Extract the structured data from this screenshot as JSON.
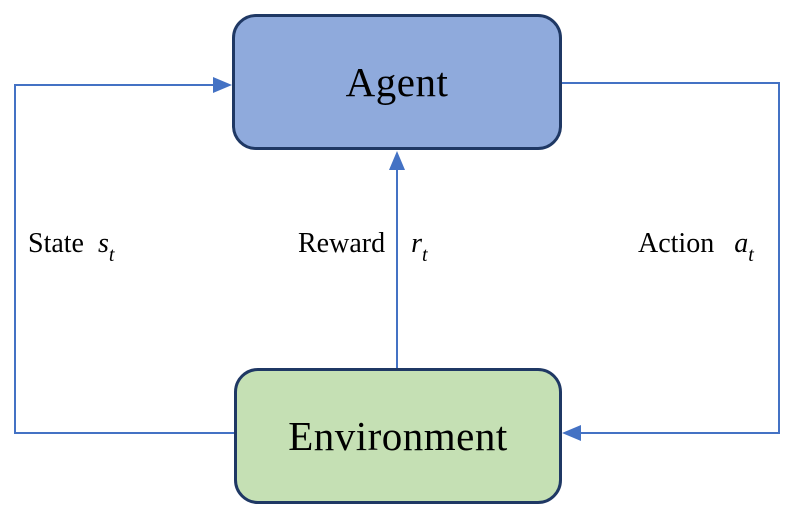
{
  "colors": {
    "agent_fill": "#8FAADC",
    "agent_border": "#1F3864",
    "env_fill": "#C5E0B4",
    "env_border": "#1F3864",
    "arrow": "#4472C4",
    "text": "#000000",
    "bg": "#FFFFFF"
  },
  "nodes": {
    "agent": {
      "label": "Agent"
    },
    "environment": {
      "label": "Environment"
    }
  },
  "edges": {
    "state": {
      "word": "State",
      "symbol": "s",
      "subscript": "t",
      "from": "Environment",
      "to": "Agent"
    },
    "reward": {
      "word": "Reward",
      "symbol": "r",
      "subscript": "t",
      "from": "Environment",
      "to": "Agent"
    },
    "action": {
      "word": "Action",
      "symbol": "a",
      "subscript": "t",
      "from": "Agent",
      "to": "Environment"
    }
  }
}
